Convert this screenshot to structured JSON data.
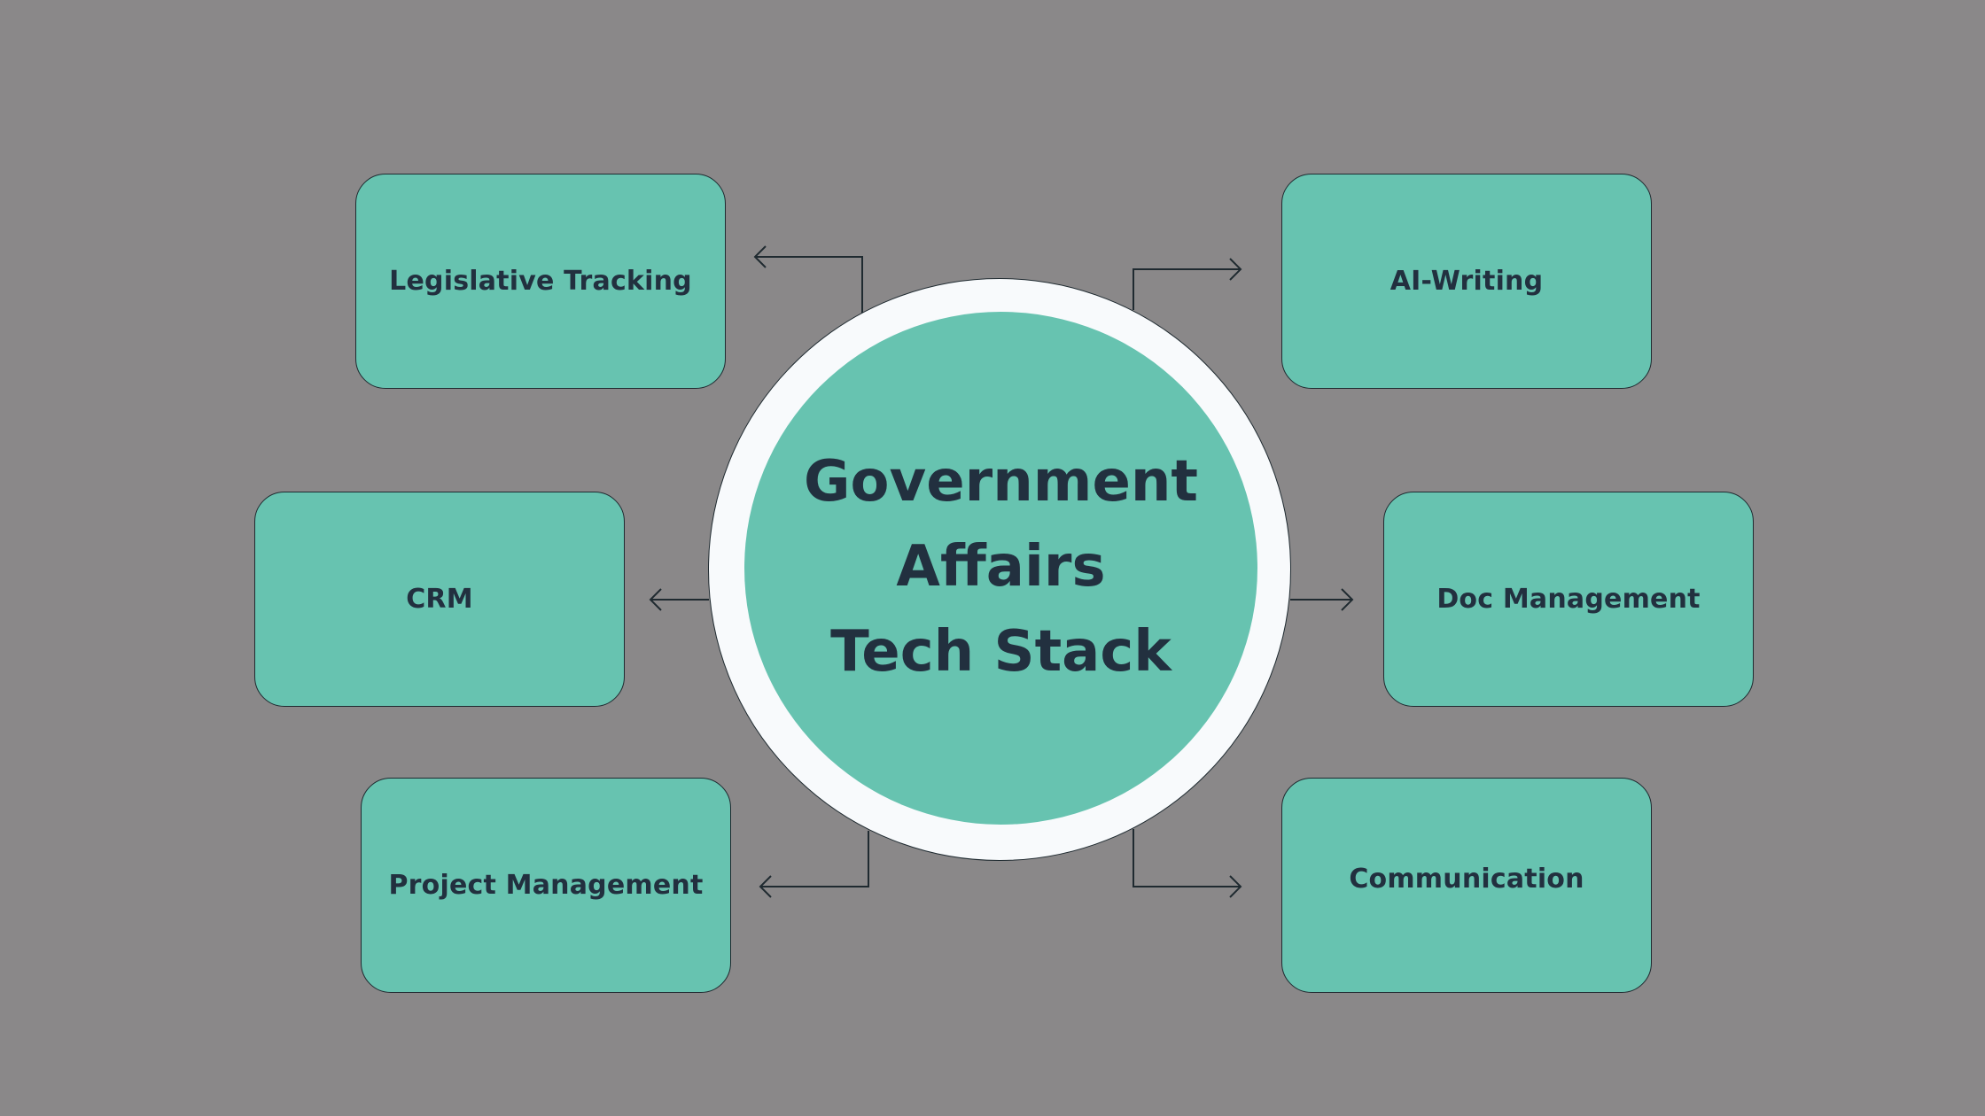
{
  "diagram": {
    "title_lines": [
      "Government",
      "Affairs",
      "Tech Stack"
    ],
    "nodes": [
      {
        "label": "Legislative Tracking",
        "position": "top-left"
      },
      {
        "label": "AI-Writing",
        "position": "top-right"
      },
      {
        "label": "CRM",
        "position": "middle-left"
      },
      {
        "label": "Doc Management",
        "position": "middle-right"
      },
      {
        "label": "Project Management",
        "position": "bottom-left"
      },
      {
        "label": "Communication",
        "position": "bottom-right"
      }
    ],
    "colors": {
      "background": "#8a8889",
      "node_fill": "#67c3b0",
      "ring": "#f8fafc",
      "text": "#22303f",
      "line": "#1f2a30"
    }
  }
}
